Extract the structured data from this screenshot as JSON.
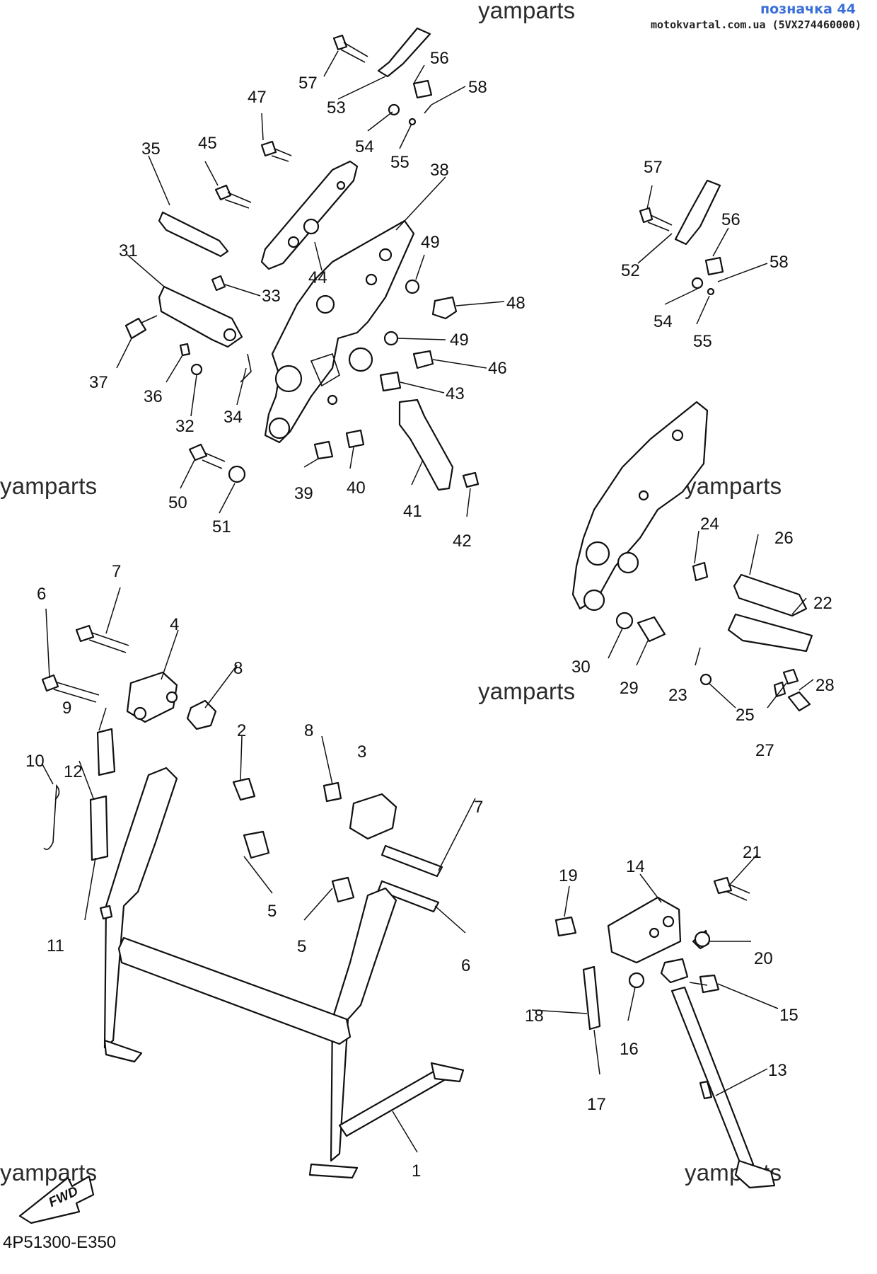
{
  "header": {
    "tag": "позначка 44",
    "source": "motokvartal.com.ua (5VX274460000)"
  },
  "watermarks": [
    "yamparts",
    "yamparts",
    "yamparts",
    "yamparts",
    "yamparts",
    "yamparts"
  ],
  "fwd_label": "FWD",
  "diagram_code": "4P51300-E350",
  "callouts": {
    "c1": "1",
    "c2": "2",
    "c3": "3",
    "c4": "4",
    "c5a": "5",
    "c5b": "5",
    "c6a": "6",
    "c6b": "6",
    "c7a": "7",
    "c7b": "7",
    "c8a": "8",
    "c8b": "8",
    "c9": "9",
    "c10": "10",
    "c11": "11",
    "c12": "12",
    "c13": "13",
    "c14": "14",
    "c15": "15",
    "c16": "16",
    "c17": "17",
    "c18": "18",
    "c19": "19",
    "c20": "20",
    "c21": "21",
    "c22": "22",
    "c23": "23",
    "c24": "24",
    "c25": "25",
    "c26": "26",
    "c27": "27",
    "c28": "28",
    "c29": "29",
    "c30": "30",
    "c31": "31",
    "c32": "32",
    "c33": "33",
    "c34": "34",
    "c35": "35",
    "c36": "36",
    "c37": "37",
    "c38": "38",
    "c39": "39",
    "c40": "40",
    "c41": "41",
    "c42": "42",
    "c43": "43",
    "c44": "44",
    "c45": "45",
    "c46": "46",
    "c47": "47",
    "c48": "48",
    "c49a": "49",
    "c49b": "49",
    "c50": "50",
    "c51": "51",
    "c52": "52",
    "c53": "53",
    "c54a": "54",
    "c54b": "54",
    "c55a": "55",
    "c55b": "55",
    "c56a": "56",
    "c56b": "56",
    "c57a": "57",
    "c57b": "57",
    "c58a": "58",
    "c58b": "58"
  }
}
